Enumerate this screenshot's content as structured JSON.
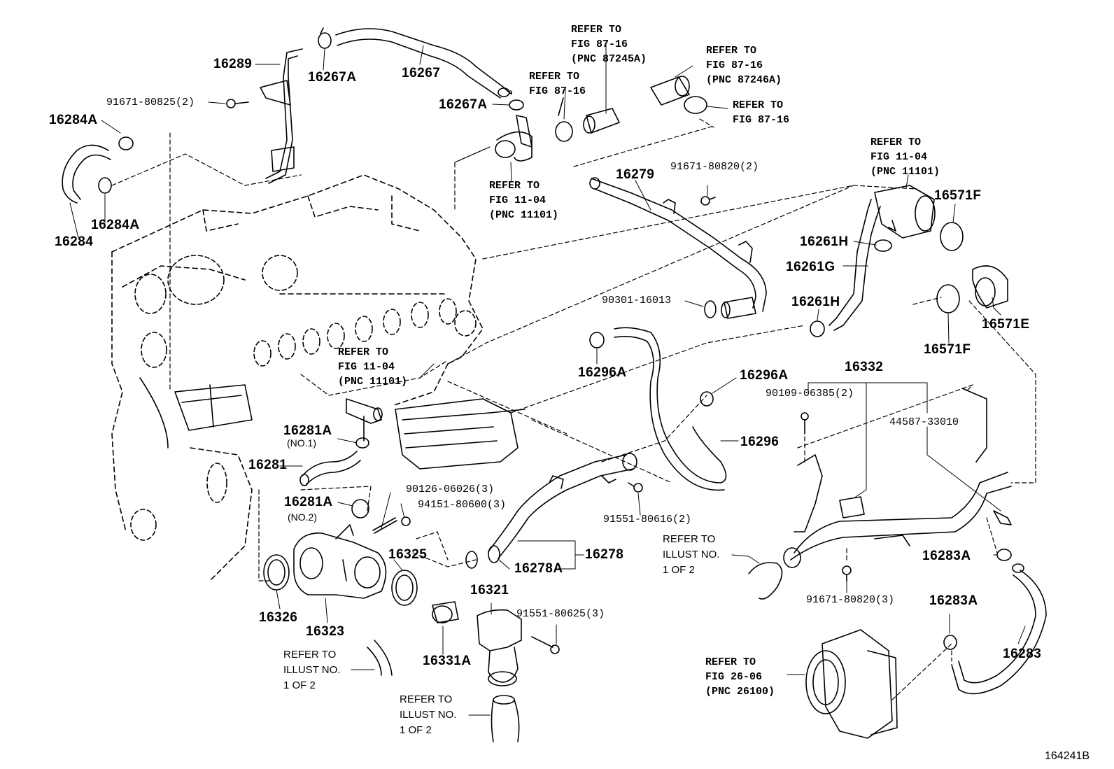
{
  "labels": {
    "p16289": "16289",
    "p16267A_top": "16267A",
    "p16267": "16267",
    "p91671_80825": "91671-80825(2)",
    "p16267A_mid": "16267A",
    "p16284A_top": "16284A",
    "p16284A_bot": "16284A",
    "p16284": "16284",
    "p16279": "16279",
    "p91671_80820_top": "91671-80820(2)",
    "p16571F_top": "16571F",
    "p16261H_top": "16261H",
    "p16261G": "16261G",
    "p90301_16013": "90301-16013",
    "p16261H_mid": "16261H",
    "p16571E": "16571E",
    "p16571F_bot": "16571F",
    "p16296A_left": "16296A",
    "p16296A_right": "16296A",
    "p16332": "16332",
    "p90109_06385": "90109-06385(2)",
    "p44587_33010": "44587-33010",
    "p16296": "16296",
    "p16281A_no1": "16281A",
    "sub_no1": "(NO.1)",
    "p16281": "16281",
    "p90126_06026": "90126-06026(3)",
    "p94151_80600": "94151-80600(3)",
    "p16281A_no2": "16281A",
    "sub_no2": "(NO.2)",
    "p91551_80616": "91551-80616(2)",
    "p16325": "16325",
    "p16278A": "16278A",
    "p16278": "16278",
    "p16283A_top": "16283A",
    "p16326": "16326",
    "p16323": "16323",
    "p16321": "16321",
    "p91551_80625": "91551-80625(3)",
    "p91671_80820_bot": "91671-80820(3)",
    "p16283A_bot": "16283A",
    "p16331A": "16331A",
    "p16283": "16283",
    "figure_number": "164241B"
  },
  "references": {
    "ref_87245A": "REFER TO\nFIG 87-16\n(PNC 87245A)",
    "ref_87246A": "REFER TO\nFIG 87-16\n(PNC 87246A)",
    "ref_87_16_a": "REFER TO\nFIG 87-16",
    "ref_87_16_b": "REFER TO\nFIG 87-16",
    "ref_11_04_a": "REFER TO\nFIG 11-04\n(PNC 11101)",
    "ref_11_04_b": "REFER TO\nFIG 11-04\n(PNC 11101)",
    "ref_11_04_c": "REFER TO\nFIG 11-04\n(PNC 11101)",
    "ref_26_06": "REFER TO\nFIG 26-06\n(PNC 26100)",
    "ref_illust_a": "REFER TO\nILLUST NO.\n1 OF 2",
    "ref_illust_b": "REFER TO\nILLUST NO.\n1 OF 2",
    "ref_illust_c": "REFER TO\nILLUST NO.\n1 OF 2"
  }
}
